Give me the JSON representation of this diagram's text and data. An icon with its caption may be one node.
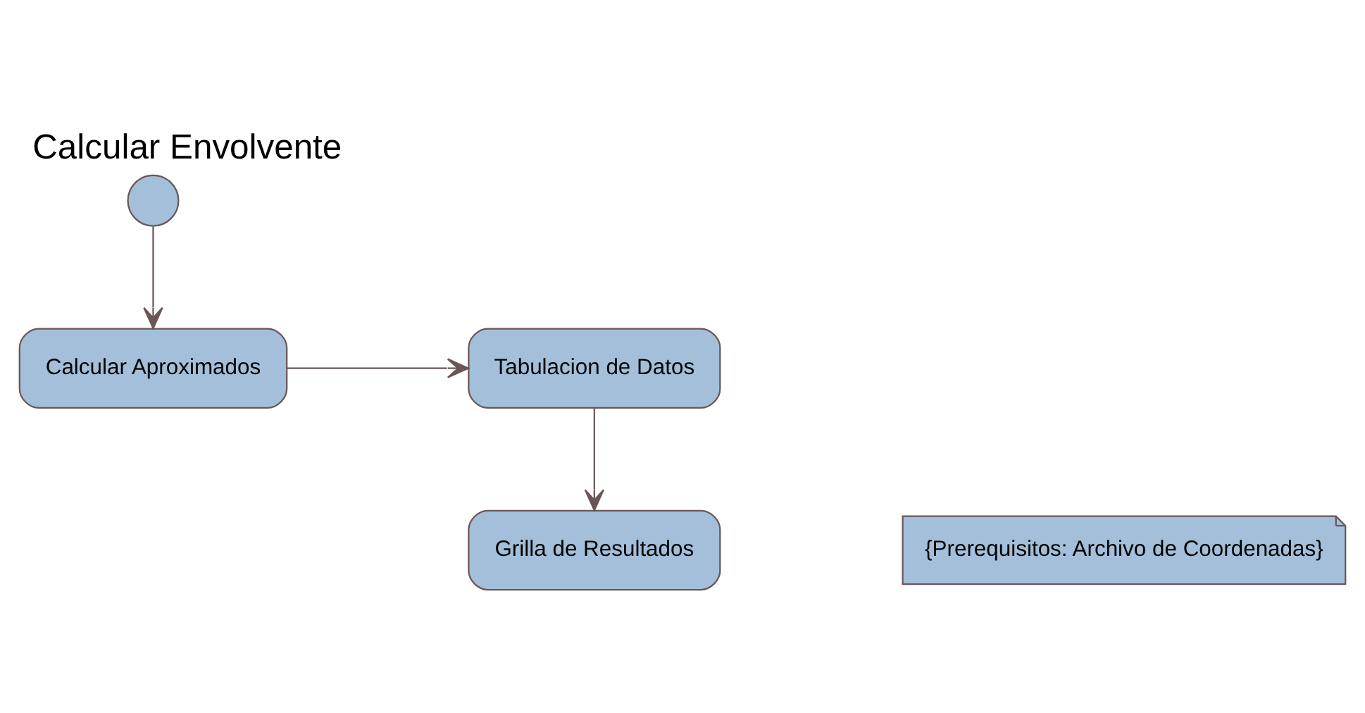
{
  "diagram": {
    "title": "Calcular Envolvente",
    "nodes": [
      {
        "text": [],
        "shape": "circle"
      },
      {
        "text": [
          "Calcular Aproximados"
        ]
      },
      {
        "text": [
          "Tabulacion de Datos"
        ]
      },
      {
        "text": [
          "Grilla de Resultados"
        ]
      },
      {
        "text": [
          "{Prerequisitos: Archivo de Coordenadas}"
        ]
      }
    ],
    "edges": [
      {
        "from": 0,
        "to": 1,
        "arrow": "to"
      },
      {
        "from": 1,
        "to": 2,
        "arrow": "to"
      },
      {
        "from": 2,
        "to": 3,
        "arrow": "to"
      }
    ]
  }
}
